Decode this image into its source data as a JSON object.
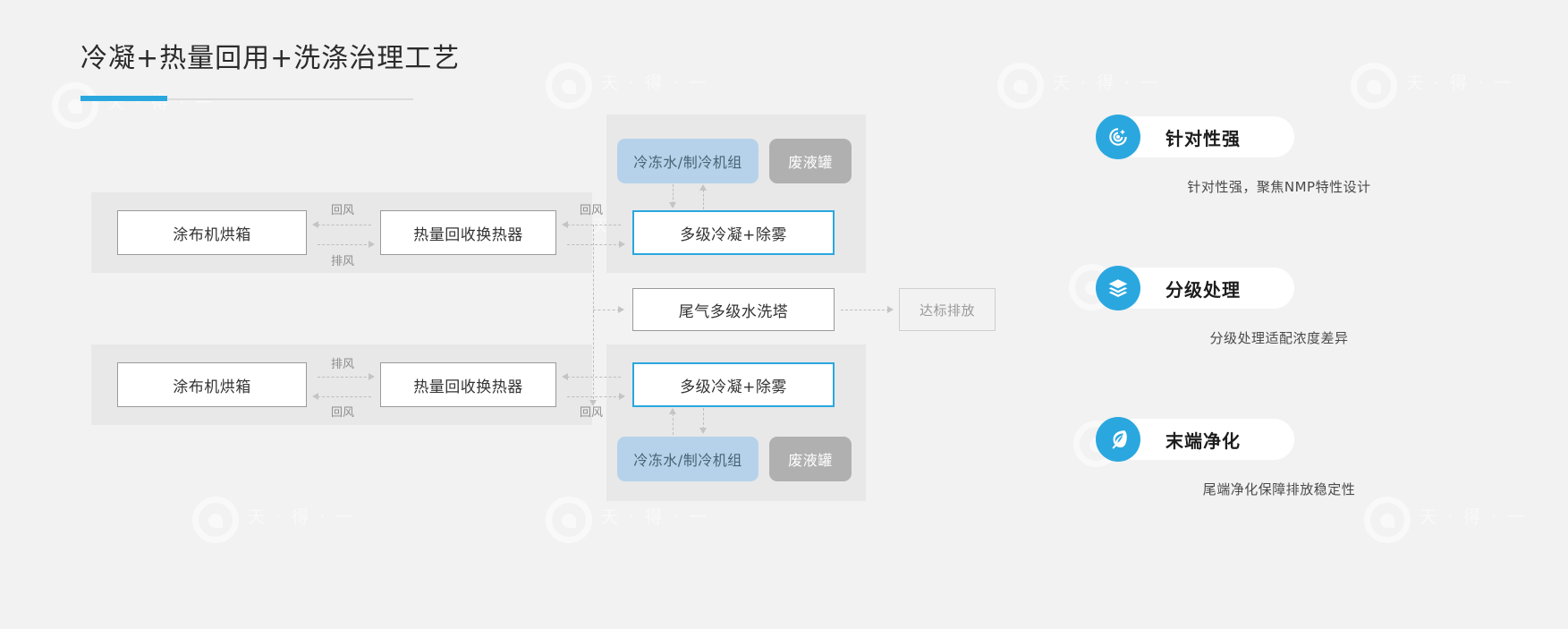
{
  "header": {
    "title": "冷凝+热量回用+洗涤治理工艺",
    "accent_color": "#2aa7df"
  },
  "diagram": {
    "top_row": {
      "oven": "涂布机烘箱",
      "exchanger": "热量回收换热器",
      "condenser": "多级冷凝+除雾",
      "chiller": "冷冻水/制冷机组",
      "waste_tank": "废液罐",
      "label_a_top": "回风",
      "label_a_bottom": "排风",
      "label_b_top": "回风"
    },
    "middle_row": {
      "scrubber": "尾气多级水洗塔",
      "discharge": "达标排放"
    },
    "bottom_row": {
      "oven": "涂布机烘箱",
      "exchanger": "热量回收换热器",
      "condenser": "多级冷凝+除雾",
      "chiller": "冷冻水/制冷机组",
      "waste_tank": "废液罐",
      "label_a_top": "排风",
      "label_a_bottom": "回风",
      "label_b_bottom": "回风"
    }
  },
  "features": [
    {
      "icon": "target-icon",
      "title": "针对性强",
      "desc": "针对性强，聚焦NMP特性设计"
    },
    {
      "icon": "layers-icon",
      "title": "分级处理",
      "desc": "分级处理适配浓度差异"
    },
    {
      "icon": "leaf-icon",
      "title": "末端净化",
      "desc": "尾端净化保障排放稳定性"
    }
  ],
  "watermark": {
    "text": "天 · 得 · 一"
  }
}
